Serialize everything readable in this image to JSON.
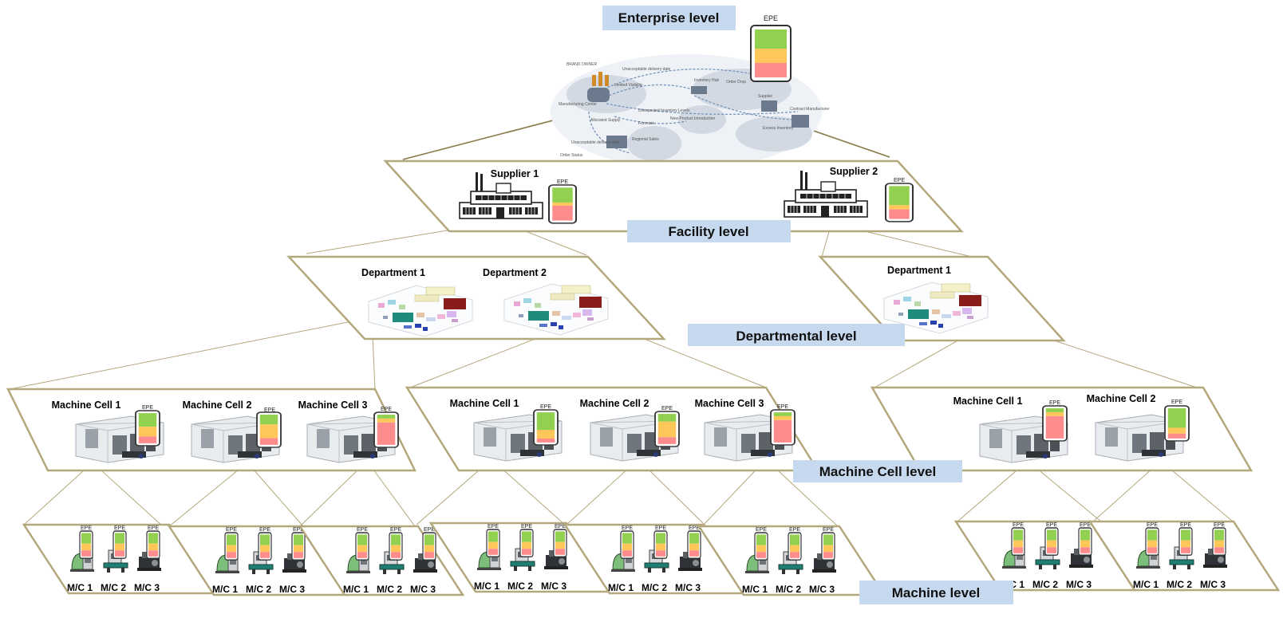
{
  "levels": {
    "enterprise": "Enterprise level",
    "facility": "Facility level",
    "departmental": "Departmental level",
    "machine_cell": "Machine Cell level",
    "machine": "Machine level"
  },
  "epe_label": "EPE",
  "enterprise_map": {
    "labels": [
      "Unacceptable delivery date",
      "BRAND OWNER",
      "Order Drop",
      "Limited Visibility",
      "Manufacturing Center",
      "Inventory Hub",
      "Unexpected Inventory Levels",
      "Forecast",
      "New Product Introduction",
      "Supplier",
      "Contract Manufacturer",
      "Allocated Supply",
      "Unacceptable delivery date",
      "Order Status",
      "Regional Sales",
      "Excess Inventory"
    ]
  },
  "suppliers": [
    {
      "title": "Supplier 1"
    },
    {
      "title": "Supplier 2"
    }
  ],
  "departments": {
    "supplier1": [
      "Department 1",
      "Department 2"
    ],
    "supplier2": [
      "Department 1"
    ]
  },
  "machine_cells": {
    "group1": [
      "Machine Cell 1",
      "Machine Cell 2",
      "Machine Cell 3"
    ],
    "group2": [
      "Machine Cell 1",
      "Machine Cell 2",
      "Machine Cell 3"
    ],
    "group3": [
      "Machine Cell 1",
      "Machine Cell 2"
    ]
  },
  "machine_labels": [
    "M/C 1",
    "M/C 2",
    "M/C 3"
  ],
  "colors": {
    "green": "#92d050",
    "yellow": "#ffc65a",
    "red": "#ff8c8c",
    "plane_border": "#b3a77c",
    "level_box": "#c6d9ee"
  }
}
